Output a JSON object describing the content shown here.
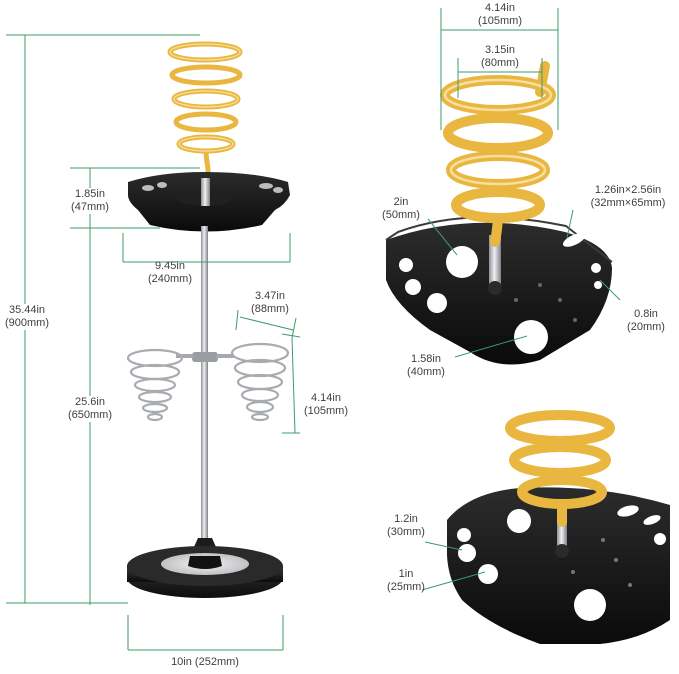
{
  "colors": {
    "dimension_line": "#3e9b6a",
    "text": "#3f3f3f",
    "spring": "#e9b640",
    "plastic": "#1a1a1a",
    "chrome": "#b9bcc0"
  },
  "main_view": {
    "height_total": {
      "imperial": "35.44in",
      "metric": "(900mm)"
    },
    "tray_depth": {
      "imperial": "1.85in",
      "metric": "(47mm)"
    },
    "tray_width": {
      "imperial": "9.45in",
      "metric": "(240mm)"
    },
    "cup_width": {
      "imperial": "3.47in",
      "metric": "(88mm)"
    },
    "cup_height": {
      "imperial": "4.14in",
      "metric": "(105mm)"
    },
    "lower_height": {
      "imperial": "25.6in",
      "metric": "(650mm)"
    },
    "base_width": {
      "imperial": "10in",
      "metric": "(252mm)"
    }
  },
  "top_detail": {
    "spring_outer": {
      "imperial": "4.14in",
      "metric": "(105mm)"
    },
    "spring_inner": {
      "imperial": "3.15in",
      "metric": "(80mm)"
    },
    "hole_2in": {
      "imperial": "2in",
      "metric": "(50mm)"
    },
    "slot": {
      "imperial": "1.26in×2.56in",
      "metric": "(32mm×65mm)"
    },
    "small_hole": {
      "imperial": "0.8in",
      "metric": "(20mm)"
    },
    "large_hole": {
      "imperial": "1.58in",
      "metric": "(40mm)"
    }
  },
  "bottom_detail": {
    "hole_a": {
      "imperial": "1.2in",
      "metric": "(30mm)"
    },
    "hole_b": {
      "imperial": "1in",
      "metric": "(25mm)"
    }
  }
}
